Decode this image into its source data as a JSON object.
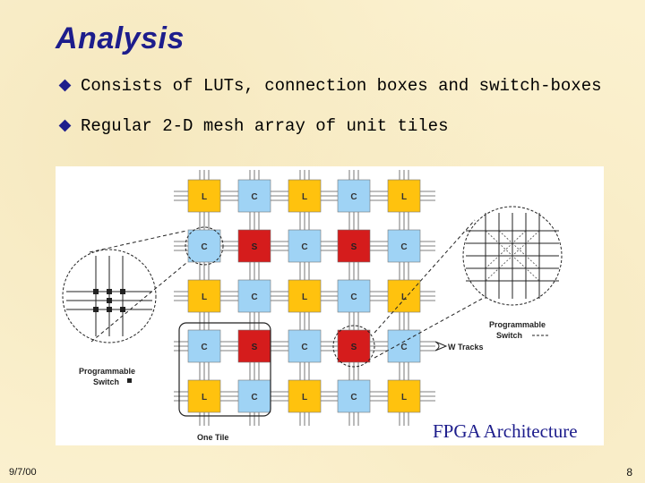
{
  "slide": {
    "title": "Analysis",
    "bullets": [
      "Consists of LUTs, connection boxes and switch-boxes",
      "Regular 2-D mesh array of unit tiles"
    ],
    "caption": "FPGA Architecture",
    "date": "9/7/00",
    "page_number": "8"
  },
  "diagram": {
    "grid_labels": [
      [
        "L",
        "C",
        "L",
        "C",
        "L"
      ],
      [
        "C",
        "S",
        "C",
        "S",
        "C"
      ],
      [
        "L",
        "C",
        "L",
        "C",
        "L"
      ],
      [
        "C",
        "S",
        "C",
        "S",
        "C"
      ],
      [
        "L",
        "C",
        "L",
        "C",
        "L"
      ]
    ],
    "label_programmable_switch_left": "Programmable Switch",
    "label_programmable_switch_right": "Programmable Switch",
    "label_w_tracks": "W Tracks",
    "label_one_tile": "One Tile",
    "colors": {
      "L": "#ffc20e",
      "C": "#9fd3f5",
      "S": "#d51c1c"
    }
  }
}
